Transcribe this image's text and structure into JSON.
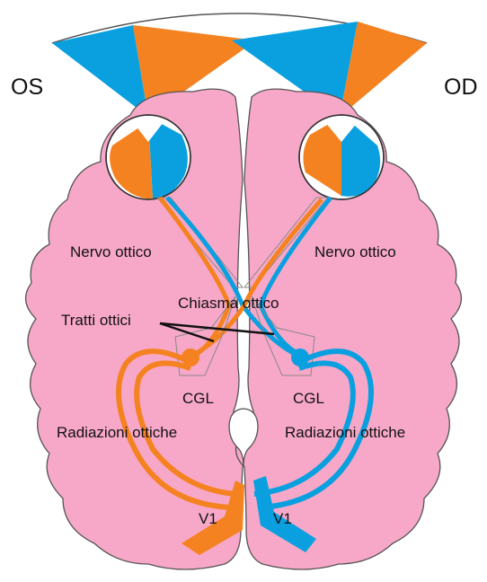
{
  "labels": {
    "left_eye": "OS",
    "right_eye": "OD",
    "optic_nerve_left": "Nervo ottico",
    "optic_nerve_right": "Nervo ottico",
    "chiasm": "Chiasma ottico",
    "optic_tracts": "Tratti ottici",
    "lgn_left": "CGL",
    "lgn_right": "CGL",
    "radiations_left": "Radiazioni ottiche",
    "radiations_right": "Radiazioni ottiche",
    "v1_left": "V1",
    "v1_right": "V1"
  },
  "colors": {
    "left_hemifield": "#f58220",
    "right_hemifield": "#0aa0e0",
    "brain": "#f7a8c8",
    "outline": "#555555",
    "eye": "#ffffff"
  }
}
